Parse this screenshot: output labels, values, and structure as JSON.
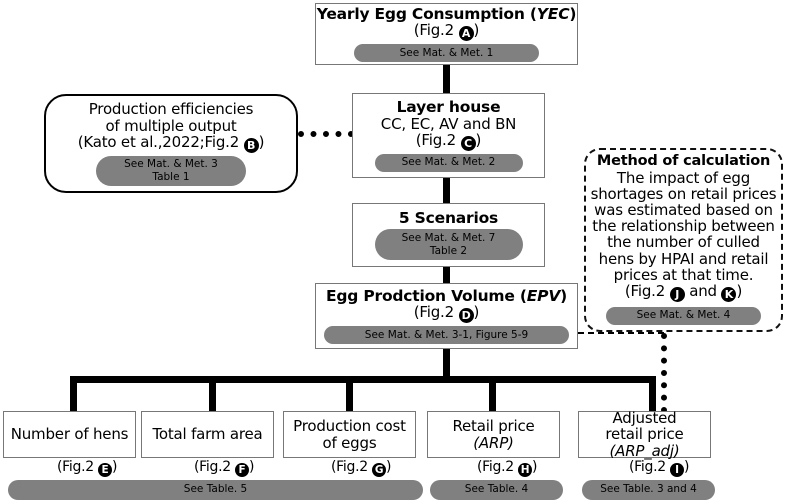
{
  "diagram": {
    "title": "Egg production / retail price estimation flowchart",
    "colors": {
      "pill": "#808080",
      "box_border": "#777777",
      "connector": "#000000",
      "background": "#ffffff"
    },
    "nodes": {
      "yec": {
        "title": "Yearly Egg Consumption (YEC)",
        "title_plain": "Yearly Egg Consumption (",
        "title_italic": "YEC",
        "title_tail": ")",
        "fig_prefix": "(Fig.2 ",
        "fig_badge": "A",
        "fig_suffix": ")",
        "pill": "See  Mat. & Met. 1"
      },
      "production_efficiencies": {
        "line1": "Production efficiencies",
        "line2": "of multiple output",
        "line3_prefix": "(Kato et al.,2022;Fig.2 ",
        "line3_badge": "B",
        "line3_suffix": ")",
        "pill_line1": "See  Mat. & Met. 3",
        "pill_line2": "Table 1"
      },
      "layer_house": {
        "title": "Layer house",
        "subtitle": "CC, EC, AV and BN",
        "fig_prefix": "(Fig.2 ",
        "fig_badge": "C",
        "fig_suffix": ")",
        "pill": "See  Mat. & Met. 2"
      },
      "scenarios": {
        "title": "5 Scenarios",
        "pill_line1": "See  Mat. & Met. 7",
        "pill_line2": "Table 2"
      },
      "epv": {
        "title_plain": "Egg Prodction Volume (",
        "title_italic": "EPV",
        "title_tail": ")",
        "fig_prefix": "(Fig.2 ",
        "fig_badge": "D",
        "fig_suffix": ")",
        "pill": "See  Mat. & Met. 3-1, Figure 5-9"
      },
      "method_of_calculation": {
        "title": "Method of calculation",
        "body_line1": "The impact of egg",
        "body_line2": "shortages on retail prices",
        "body_line3": "was estimated based on",
        "body_line4": "the relationship between",
        "body_line5": "the number of culled",
        "body_line6": "hens by HPAI and retail",
        "body_line7": "prices at that time.",
        "fig_prefix": "(Fig.2 ",
        "fig_badge_1": "J",
        "fig_mid": " and ",
        "fig_badge_2": "K",
        "fig_suffix": ")",
        "pill": "See  Mat. & Met. 4"
      }
    },
    "leaf_nodes": [
      {
        "id": "number-of-hens",
        "line1": "Number of hens",
        "line2": "",
        "fig_prefix": "(Fig.2 ",
        "fig_badge": "E",
        "fig_suffix": ")"
      },
      {
        "id": "total-farm-area",
        "line1": "Total farm area",
        "line2": "",
        "fig_prefix": "(Fig.2 ",
        "fig_badge": "F",
        "fig_suffix": ")"
      },
      {
        "id": "production-cost-of-eggs",
        "line1": "Production cost",
        "line2": "of eggs",
        "fig_prefix": "(Fig.2 ",
        "fig_badge": "G",
        "fig_suffix": ")"
      },
      {
        "id": "retail-price",
        "line1": "Retail price",
        "line2": "(ARP)",
        "line2_italic": "ARP",
        "fig_prefix": "(Fig.2 ",
        "fig_badge": "H",
        "fig_suffix": ")"
      },
      {
        "id": "adjusted-retail-price",
        "line1": "Adjusted",
        "line1b": "retail price",
        "line2": "(ARP_adj)",
        "line2_italic": "ARP_adj",
        "fig_prefix": "(Fig.2 ",
        "fig_badge": "I",
        "fig_suffix": ")"
      }
    ],
    "bottom_pills": [
      {
        "id": "see-table-5",
        "label": "See  Table. 5"
      },
      {
        "id": "see-table-4",
        "label": "See  Table. 4"
      },
      {
        "id": "see-table-3-and-4",
        "label": "See  Table. 3 and 4"
      }
    ]
  }
}
